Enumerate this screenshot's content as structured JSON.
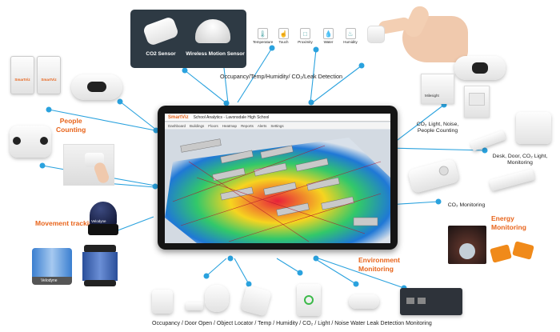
{
  "top_card": {
    "co2_sensor": "CO2 Sensor",
    "motion_sensor": "Wireless Motion Sensor"
  },
  "sensor_icons": [
    {
      "icon": "thermometer-icon",
      "label": "Temperature"
    },
    {
      "icon": "touch-icon",
      "label": "Touch"
    },
    {
      "icon": "proximity-icon",
      "label": "Proximity"
    },
    {
      "icon": "water-drop-icon",
      "label": "Water"
    },
    {
      "icon": "humidity-icon",
      "label": "Humidity"
    }
  ],
  "captions": {
    "top": "Occupancy/Temp/Humidity/ CO₂/Leak Detection",
    "right_upper": "CO₂ Light, Noise,\nPeople Counting",
    "right_mid": "Desk, Door, CO₂ Light,\nMonitoring",
    "right_co2": "CO₂ Monitoring",
    "bottom": "Occupancy / Door Open / Object Locator / Temp / Humidity / CO₂  / Light / Noise Water Leak Detection Monitoring"
  },
  "categories": {
    "people_counting": "People\nCounting",
    "movement_tracking": "Movement tracking",
    "energy_monitoring": "Energy\nMonitoring",
    "environment_monitoring": "Environment\nMonitoring"
  },
  "brand_labels": {
    "smartviz": "SmartViz",
    "velodyne_1": "Velodyne",
    "velodyne_2": "Velodyne",
    "milesight": "Milesight"
  },
  "tablet": {
    "brand": "SmartViz",
    "title": "School Analytics - Lavonsdale High School",
    "menu": [
      "Dashboard",
      "Buildings",
      "Floors",
      "Heatmap",
      "Reports",
      "Alerts",
      "Settings"
    ]
  },
  "colors": {
    "connector": "#2aa2de",
    "accent": "#e8641b",
    "card": "#2e3a44"
  }
}
